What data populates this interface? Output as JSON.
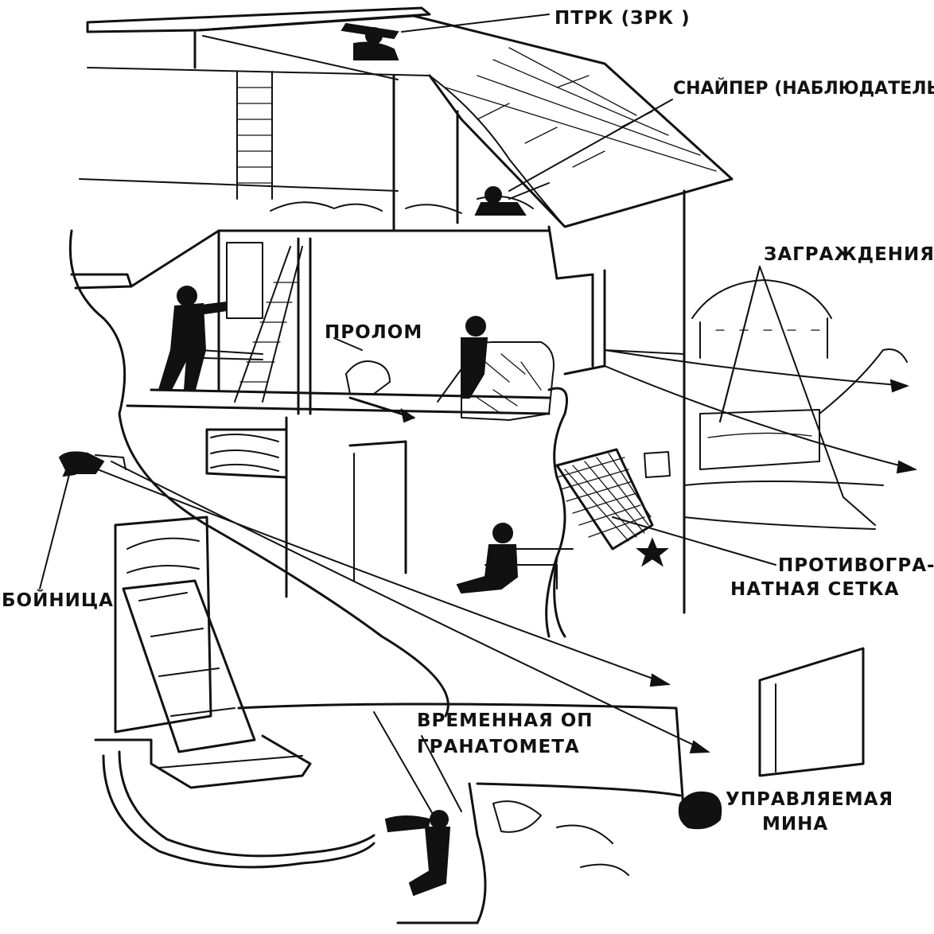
{
  "labels": {
    "atgm": "ПТРК (ЗРК )",
    "sniper": "СНАЙПЕР (НАБЛЮДАТЕЛЬ)",
    "barriers": "ЗАГРАЖДЕНИЯ",
    "breach": "ПРОЛОМ",
    "embrasure": "БОЙНИЦА",
    "grenade_net_line1": "ПРОТИВОГРА-",
    "grenade_net_line2": "НАТНАЯ СЕТКА",
    "grenade_pos_line1": "ВРЕМЕННАЯ ОП",
    "grenade_pos_line2": "ГРАНАТОМЕТА",
    "mine_line1": "УПРАВЛЯЕМАЯ",
    "mine_line2": "МИНА"
  }
}
